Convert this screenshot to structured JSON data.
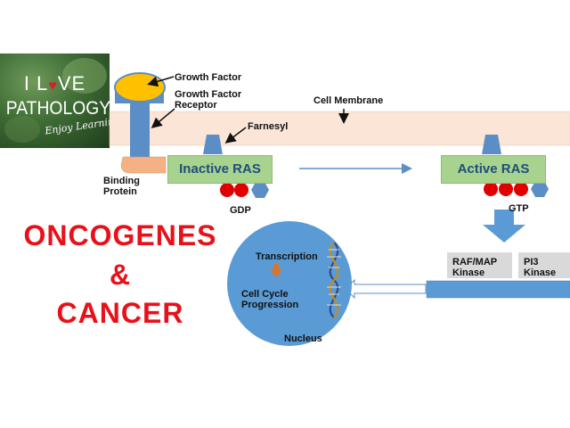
{
  "logo": {
    "line1_a": "I L",
    "line1_b": "VE",
    "line2": "PATHOLOGY",
    "tagline": "Enjoy Learning!!"
  },
  "labels": {
    "growth_factor": "Growth Factor",
    "receptor": "Growth Factor\nReceptor",
    "cell_membrane": "Cell Membrane",
    "farnesyl": "Farnesyl",
    "binding_protein": "Binding\nProtein",
    "inactive_ras": "Inactive RAS",
    "active_ras": "Active RAS",
    "gdp": "GDP",
    "gtp": "GTP",
    "raf_map": "RAF/MAP\nKinase",
    "pi3": "PI3\nKinase",
    "transcription": "Transcription",
    "cell_cycle": "Cell Cycle\nProgression",
    "nucleus": "Nucleus"
  },
  "title": {
    "line1": "ONCOGENES",
    "line2": "&",
    "line3": "CANCER"
  },
  "colors": {
    "membrane": "#fbe5d6",
    "receptor": "#5b8ec7",
    "growth_factor": "#ffc000",
    "ras_box": "#a8d38f",
    "nucleoside": "#e00000",
    "nucleus": "#5b9bd5",
    "title": "#e8111a"
  }
}
